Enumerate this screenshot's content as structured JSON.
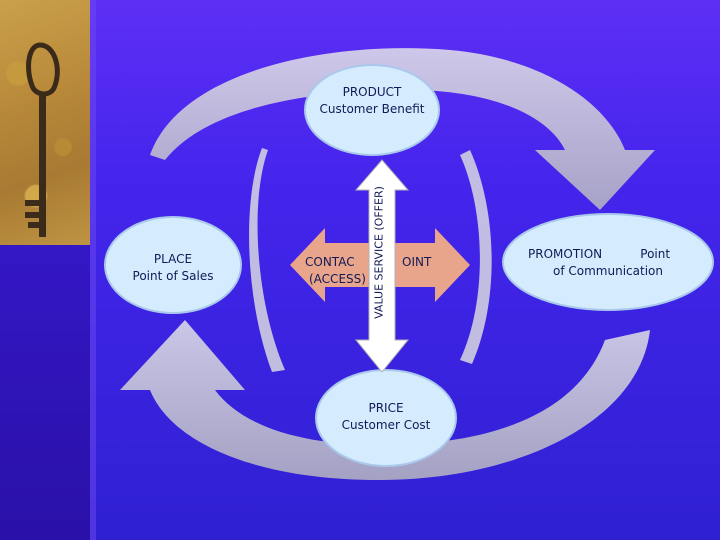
{
  "diagram": {
    "product": {
      "title": "PRODUCT",
      "subtitle": "Customer Benefit"
    },
    "price": {
      "title": "PRICE",
      "subtitle": "Customer Cost"
    },
    "place": {
      "title": "PLACE",
      "subtitle": "Point of Sales"
    },
    "promotion": {
      "line1": "PROMOTION          Point",
      "line2": "of Communication"
    },
    "contact": {
      "left": "CONTAC",
      "left2": "(ACCESS)",
      "right": "OINT"
    },
    "axis_label": "VALUE SERVICE  (OFFER)"
  },
  "colors": {
    "background": "#3b22e6",
    "ellipse_fill": "#d5ecff",
    "cross_arrow": "#e9a58c",
    "arrow_gray": "#c9c9cf"
  }
}
